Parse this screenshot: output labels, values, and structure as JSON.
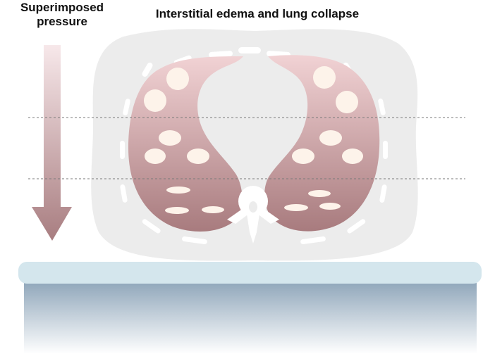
{
  "labels": {
    "pressure_line1": "Superimposed",
    "pressure_line2": "pressure",
    "title": "Interstitial edema and lung collapse"
  },
  "colors": {
    "lung_top": "#f1d2d4",
    "lung_bottom": "#a87b7e",
    "arrow_top": "#f7e8ea",
    "arrow_bottom": "#a87d80",
    "torso": "#ececec",
    "table_top": "#d4e6ed",
    "table_bottom": "#ffffff",
    "table_gradient_top": "#8fa6ba"
  }
}
